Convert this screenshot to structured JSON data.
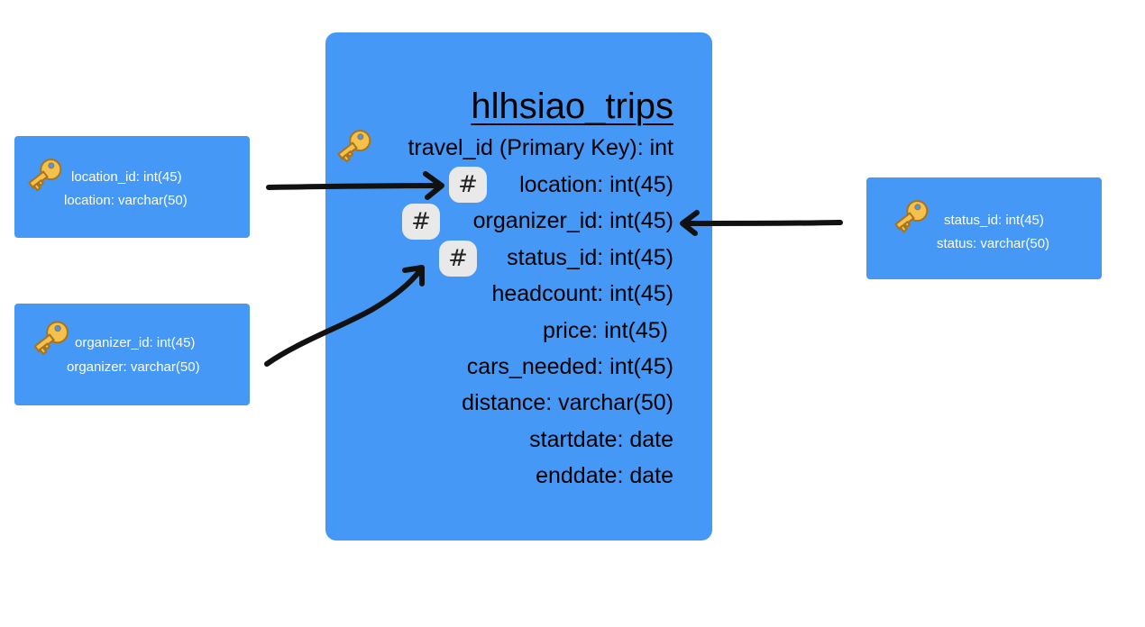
{
  "main_table": {
    "title": "hlhsiao_trips",
    "fields": [
      "travel_id (Primary Key): int",
      "location: int(45)",
      "organizer_id: int(45)",
      "status_id: int(45)",
      "headcount: int(45)",
      "price: int(45)",
      "cars_needed: int(45)",
      "distance: varchar(50)",
      "startdate: date",
      "enddate: date"
    ],
    "foreign_key_badge": "#"
  },
  "location_table": {
    "line1": "location_id: int(45)",
    "line2": "location: varchar(50)"
  },
  "organizer_table": {
    "line1": "organizer_id: int(45)",
    "line2": "organizer: varchar(50)"
  },
  "status_table": {
    "line1": "status_id: int(45)",
    "line2": "status: varchar(50)"
  },
  "icons": {
    "primary_key": "key-icon",
    "foreign_key": "hash-badge"
  },
  "colors": {
    "table_fill": "#4598f5",
    "text": "#ffffff",
    "badge_fill": "#e9e9e9",
    "arrow": "#111111"
  }
}
